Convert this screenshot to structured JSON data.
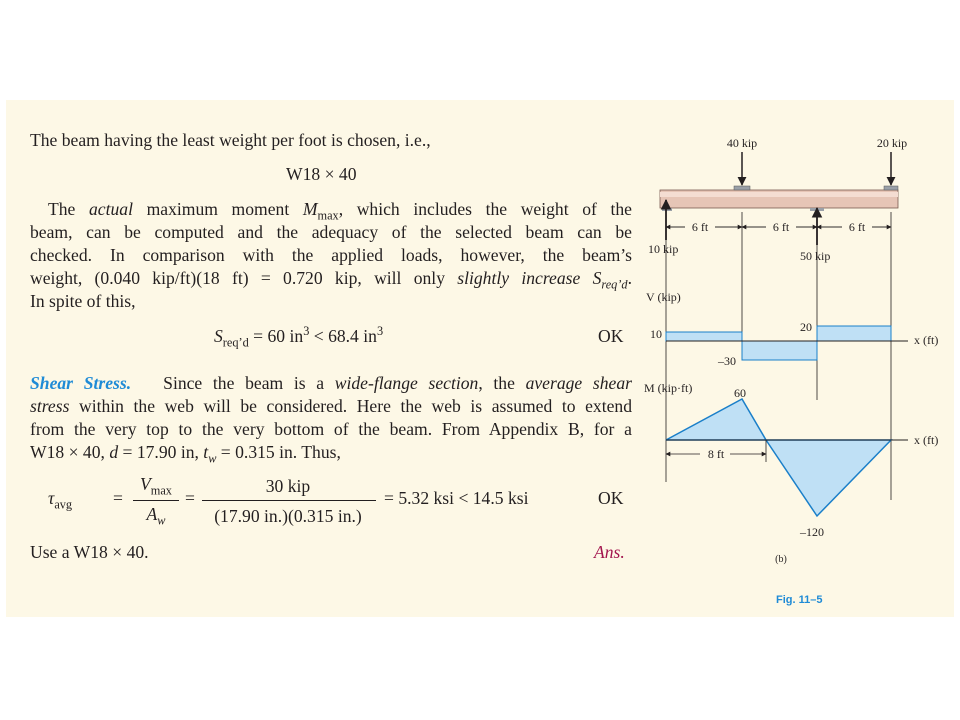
{
  "text": {
    "p1": "The beam having the least weight per foot is chosen, i.e.,",
    "w18_center": "W18 × 40",
    "p2_l1_a": "The ",
    "p2_l1_b": "actual",
    "p2_l1_c": " maximum moment ",
    "p2_l1_M": "M",
    "p2_l1_Msub": "max",
    "p2_l1_d": ", which includes the weight of the",
    "p2_l2": "beam, can be computed and the adequacy of the selected beam can be",
    "p2_l3": "checked. In comparison with the applied loads, however, the beam’s",
    "p2_l4_a": "weight, (0.040 kip/ft)(18 ft) = 0.720 kip, will only ",
    "p2_l4_b": "slightly increase S",
    "p2_l4_sub": "req’d",
    "p2_l4_c": ".",
    "p2_l5": "In spite of this,",
    "eq1_S": "S",
    "eq1_sub": "req’d",
    "eq1_a": " = 60 in",
    "eq1_sup1": "3",
    "eq1_b": " < 68.4 in",
    "eq1_sup2": "3",
    "eq1_ok": "OK",
    "shear_heading": "Shear Stress.",
    "s_l1_a": "Since the beam is a ",
    "s_l1_b": "wide-flange section",
    "s_l1_c": ", the ",
    "s_l1_d": "average shear",
    "s_l2_a": "stress",
    "s_l2_b": " within the web will be considered. Here the web is assumed to extend",
    "s_l3": "from the very top to the very bottom of the beam. From Appendix B, for a",
    "s_l4_a": "W18 × 40, ",
    "s_l4_d": "d",
    "s_l4_b": " = 17.90 in, ",
    "s_l4_t": "t",
    "s_l4_w": "w",
    "s_l4_c": " = 0.315 in. Thus,",
    "tau": "τ",
    "tau_sub": "avg",
    "eq": "=",
    "vmax_V": "V",
    "vmax_sub": "max",
    "aw_A": "A",
    "aw_sub": "w",
    "num2": "30 kip",
    "den2": "(17.90 in.)(0.315 in.)",
    "eq2_result": "= 5.32 ksi < 14.5 ksi",
    "eq2_ok": "OK",
    "use": "Use a W18 × 40.",
    "ans": "Ans."
  },
  "figure": {
    "load_40": "40 kip",
    "load_20": "20 kip",
    "dim_6a": "6 ft",
    "dim_6b": "6 ft",
    "dim_6c": "6 ft",
    "reaction_left": "10 kip",
    "reaction_mid": "50 kip",
    "v_axis": "V (kip)",
    "v_10": "10",
    "v_neg30": "–30",
    "v_20": "20",
    "x_ft_v": "x (ft)",
    "m_axis": "M (kip·ft)",
    "m_60": "60",
    "m_neg120": "–120",
    "x_ft_m": "x (ft)",
    "dim_8": "8 ft",
    "sub_b": "(b)",
    "caption": "Fig. 11–5",
    "colors": {
      "diagram_fill": "#bfe0f5",
      "beam": "#e8c7b8",
      "accent_blue": "#1f8bd6",
      "panel": "#fdf8e6"
    }
  }
}
